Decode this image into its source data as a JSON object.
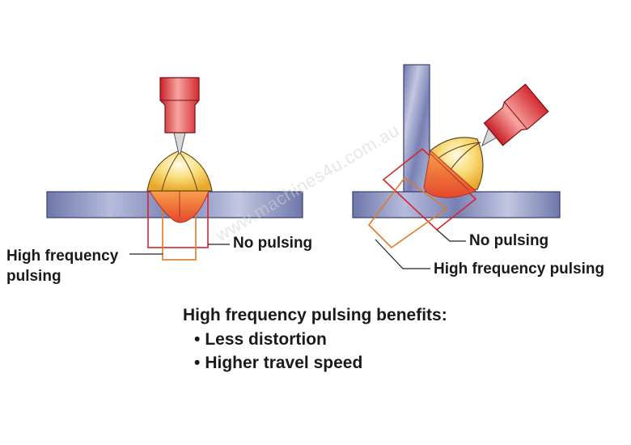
{
  "left_diagram": {
    "label_no_pulsing": "No pulsing",
    "label_high_freq_line1": "High frequency",
    "label_high_freq_line2": "pulsing"
  },
  "right_diagram": {
    "label_no_pulsing": "No pulsing",
    "label_high_freq": "High frequency pulsing"
  },
  "benefits": {
    "title": "High frequency pulsing benefits:",
    "items": [
      "Less distortion",
      "Higher travel speed"
    ]
  },
  "watermark": "www.machines4u.com.au",
  "colors": {
    "plate": "#7d86b8",
    "torch": "#e8343a",
    "no_pulsing_outline": "#d9232e",
    "high_freq_outline": "#e07a2a",
    "arc": "#f4c84a",
    "weld_pool": "#f07a32"
  }
}
